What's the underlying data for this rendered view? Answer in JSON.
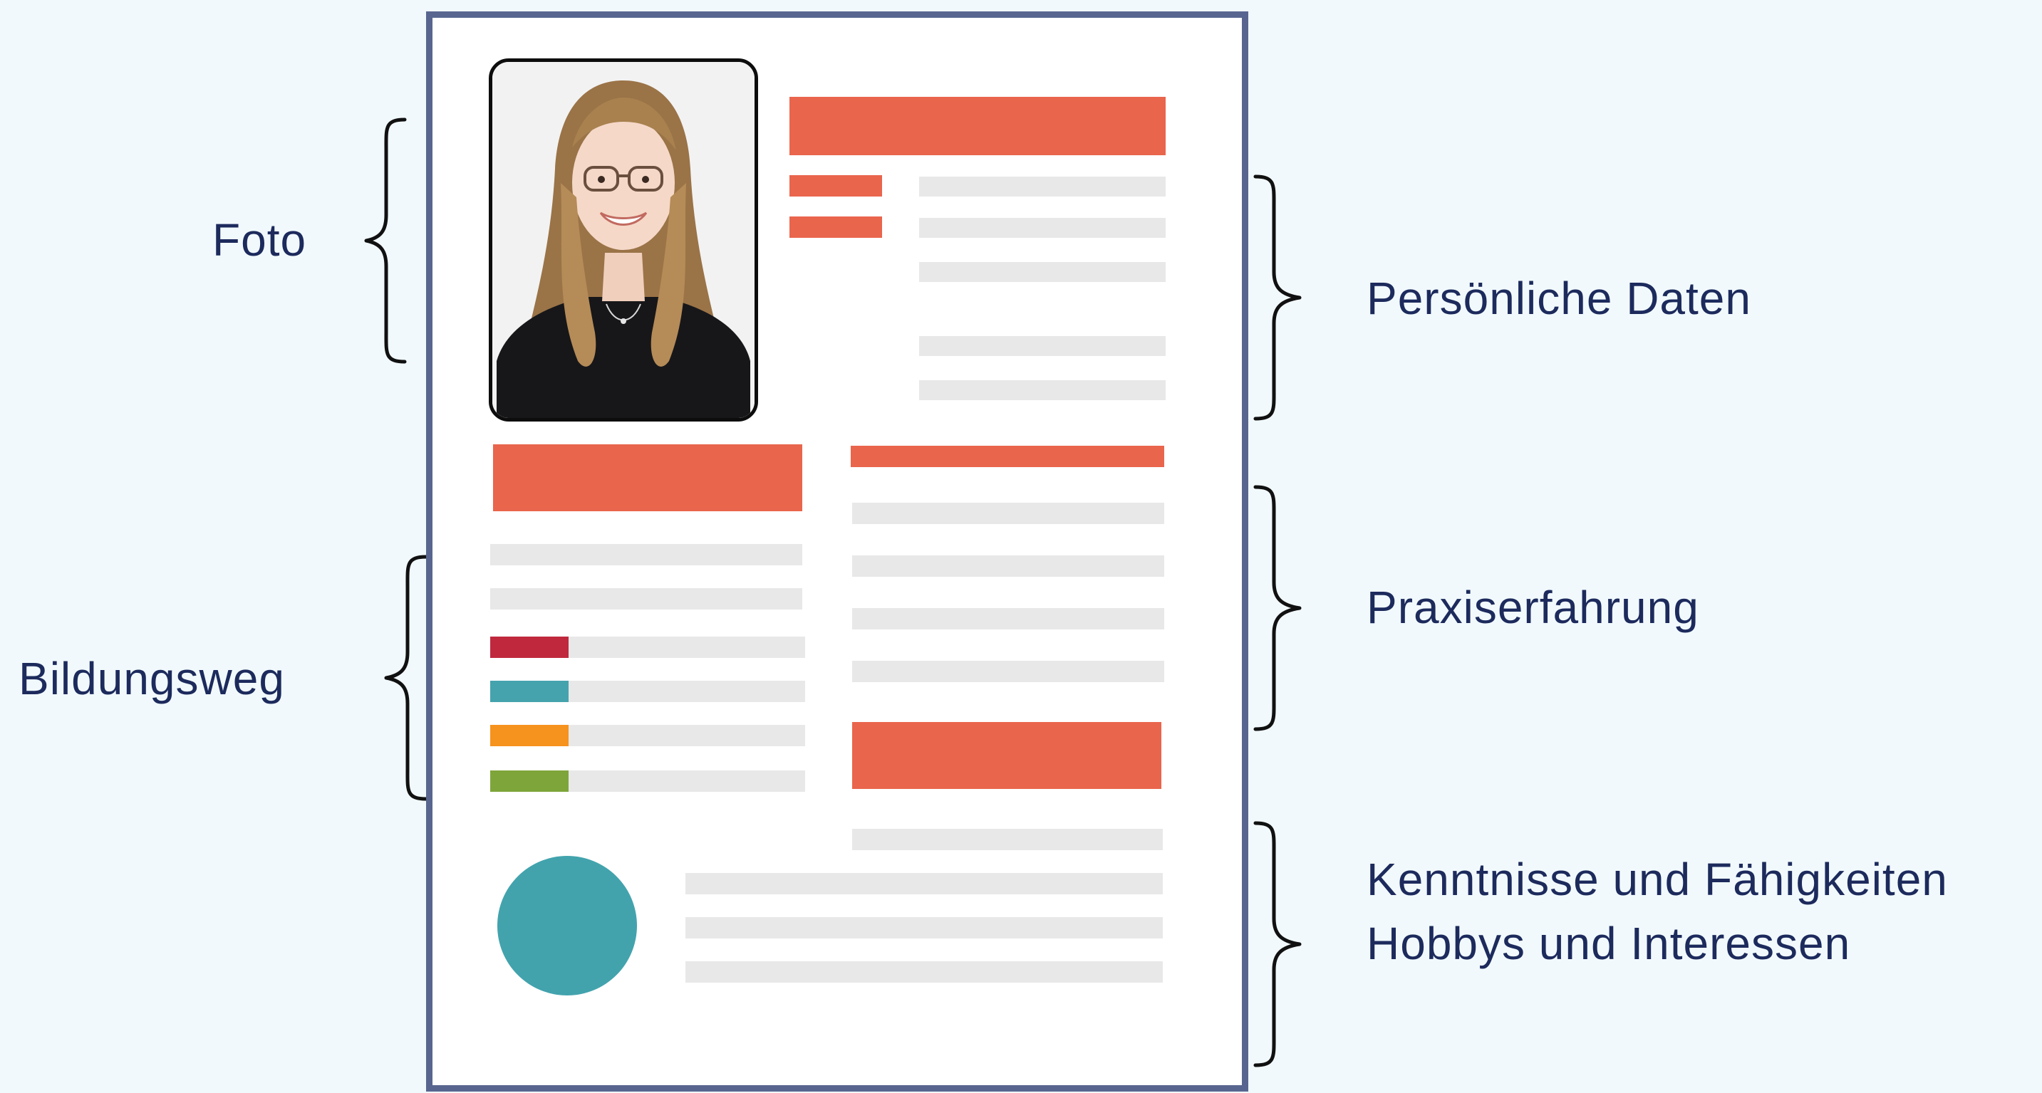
{
  "labels": {
    "foto": "Foto",
    "bildungsweg": "Bildungsweg",
    "persoenliche_daten": "Persönliche Daten",
    "praxiserfahrung": "Praxiserfahrung",
    "kenntnisse": "Kenntnisse und Fähigkeiten",
    "hobbys": "Hobbys und Interessen"
  },
  "colors": {
    "background": "#f1f9fd",
    "text": "#1c2a5c",
    "sheet_border": "#58668f",
    "header_bar": "#e9654c",
    "text_line": "#e8e8e8",
    "skill_red": "#c0283d",
    "skill_teal": "#45a3ad",
    "skill_orange": "#f6921e",
    "skill_green": "#7ea53a",
    "circle": "#42a3ad"
  },
  "icons": {
    "photo": "portrait-photo",
    "circle": "teal-circle"
  }
}
